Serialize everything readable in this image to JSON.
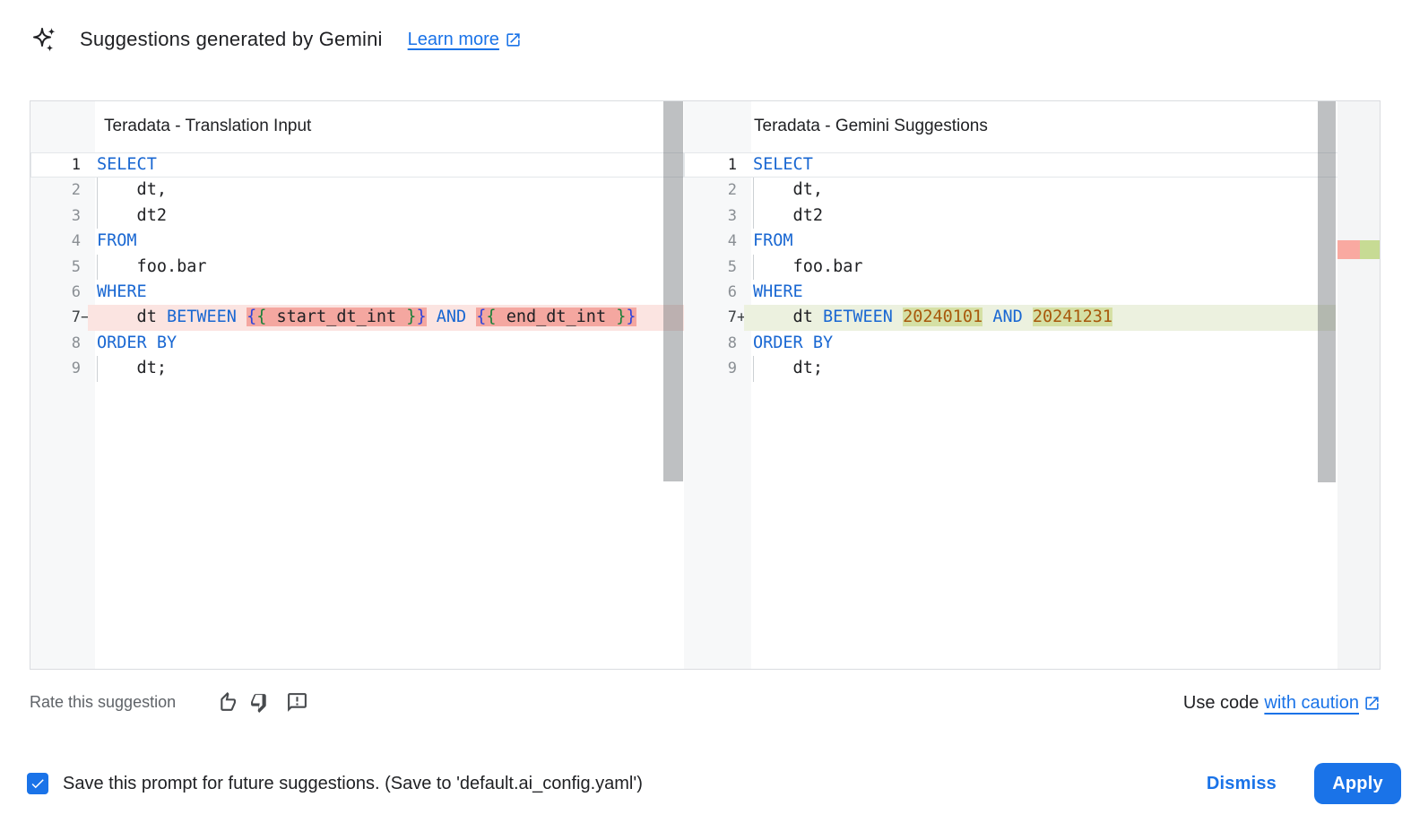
{
  "header": {
    "title": "Suggestions generated by Gemini",
    "learn_more": "Learn more"
  },
  "colors": {
    "accent_blue": "#1a73e8",
    "keyword_blue": "#1967d2",
    "brace_green": "#188038",
    "brace_blue": "#2c43dc",
    "number_literal": "#a8590c",
    "removed_line_bg": "#fbe4e1",
    "removed_token_bg": "#f4a7a0",
    "added_line_bg": "#ecf1df",
    "added_token_bg": "#d5e0a5",
    "ruler_removed_mark": "#f9a9a1",
    "ruler_added_mark": "#c7db94"
  },
  "icons": {
    "gemini_sparkle": "gemini-sparkle-icon",
    "external_link": "open-in-new-icon",
    "thumb_up": "thumb-up-icon",
    "thumb_down": "thumb-down-icon",
    "feedback": "feedback-icon",
    "checkmark": "checkmark-icon"
  },
  "panels": {
    "left": {
      "title": "Teradata - Translation Input",
      "lines": [
        {
          "num": "1",
          "active": true,
          "tokens": [
            {
              "t": "SELECT",
              "c": "k"
            }
          ]
        },
        {
          "num": "2",
          "guide": true,
          "tokens": [
            {
              "t": "    dt,",
              "c": "p"
            }
          ]
        },
        {
          "num": "3",
          "guide": true,
          "tokens": [
            {
              "t": "    dt2",
              "c": "p"
            }
          ]
        },
        {
          "num": "4",
          "tokens": [
            {
              "t": "FROM",
              "c": "k"
            }
          ]
        },
        {
          "num": "5",
          "guide": true,
          "tokens": [
            {
              "t": "    foo.bar",
              "c": "p"
            }
          ]
        },
        {
          "num": "6",
          "tokens": [
            {
              "t": "WHERE",
              "c": "k"
            }
          ]
        },
        {
          "num": "7",
          "marker": "−",
          "diff": "removed",
          "tokens": [
            {
              "t": "    dt ",
              "c": "p"
            },
            {
              "t": "BETWEEN",
              "c": "k"
            },
            {
              "t": " ",
              "c": "p"
            },
            {
              "t": "{",
              "c": "bb",
              "m": true
            },
            {
              "t": "{",
              "c": "gb",
              "m": true
            },
            {
              "t": " start_dt_int ",
              "c": "p",
              "m": true
            },
            {
              "t": "}",
              "c": "gb",
              "m": true
            },
            {
              "t": "}",
              "c": "bb",
              "m": true
            },
            {
              "t": " ",
              "c": "p"
            },
            {
              "t": "AND",
              "c": "k"
            },
            {
              "t": " ",
              "c": "p"
            },
            {
              "t": "{",
              "c": "bb",
              "m": true
            },
            {
              "t": "{",
              "c": "gb",
              "m": true
            },
            {
              "t": " end_dt_int ",
              "c": "p",
              "m": true
            },
            {
              "t": "}",
              "c": "gb",
              "m": true
            },
            {
              "t": "}",
              "c": "bb",
              "m": true
            }
          ]
        },
        {
          "num": "8",
          "tokens": [
            {
              "t": "ORDER BY",
              "c": "k"
            }
          ]
        },
        {
          "num": "9",
          "guide": true,
          "tokens": [
            {
              "t": "    dt;",
              "c": "p"
            }
          ]
        }
      ]
    },
    "right": {
      "title": "Teradata - Gemini Suggestions",
      "lines": [
        {
          "num": "1",
          "active": true,
          "tokens": [
            {
              "t": "SELECT",
              "c": "k"
            }
          ]
        },
        {
          "num": "2",
          "guide": true,
          "tokens": [
            {
              "t": "    dt,",
              "c": "p"
            }
          ]
        },
        {
          "num": "3",
          "guide": true,
          "tokens": [
            {
              "t": "    dt2",
              "c": "p"
            }
          ]
        },
        {
          "num": "4",
          "tokens": [
            {
              "t": "FROM",
              "c": "k"
            }
          ]
        },
        {
          "num": "5",
          "guide": true,
          "tokens": [
            {
              "t": "    foo.bar",
              "c": "p"
            }
          ]
        },
        {
          "num": "6",
          "tokens": [
            {
              "t": "WHERE",
              "c": "k"
            }
          ]
        },
        {
          "num": "7",
          "marker": "+",
          "diff": "added",
          "tokens": [
            {
              "t": "    dt ",
              "c": "p"
            },
            {
              "t": "BETWEEN",
              "c": "k"
            },
            {
              "t": " ",
              "c": "p"
            },
            {
              "t": "20240101",
              "c": "n",
              "m": true
            },
            {
              "t": " ",
              "c": "p"
            },
            {
              "t": "AND",
              "c": "k"
            },
            {
              "t": " ",
              "c": "p"
            },
            {
              "t": "20241231",
              "c": "n",
              "m": true
            }
          ]
        },
        {
          "num": "8",
          "tokens": [
            {
              "t": "ORDER BY",
              "c": "k"
            }
          ]
        },
        {
          "num": "9",
          "guide": true,
          "tokens": [
            {
              "t": "    dt;",
              "c": "p"
            }
          ]
        }
      ]
    }
  },
  "footer": {
    "rate_label": "Rate this suggestion",
    "use_code_prefix": "Use code",
    "use_code_link": "with caution"
  },
  "bottom_bar": {
    "save_label": "Save this prompt for future suggestions. (Save to 'default.ai_config.yaml')",
    "checkbox_checked": true,
    "dismiss_label": "Dismiss",
    "apply_label": "Apply"
  }
}
